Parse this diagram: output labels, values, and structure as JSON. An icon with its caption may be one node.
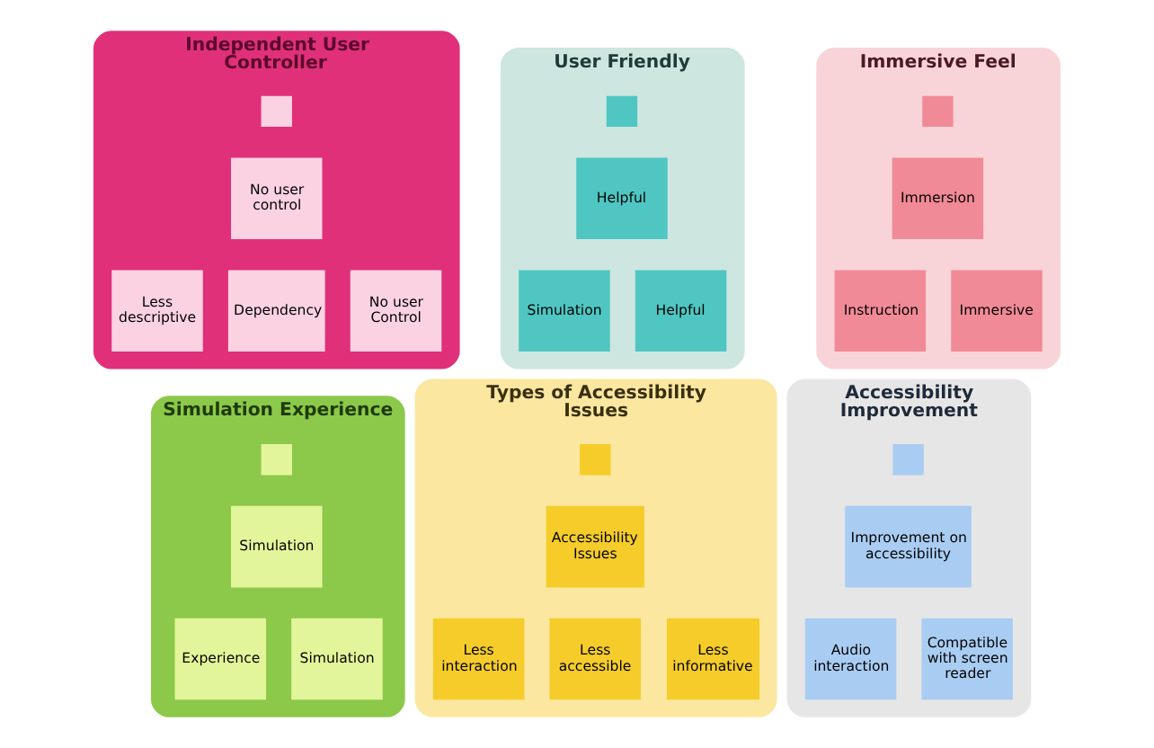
{
  "diagram": {
    "nodes": [
      {
        "text": [
          "Independent User Controller"
        ]
      },
      {
        "text": [],
        "shape": "box",
        "in": 0
      },
      {
        "text": [
          "No user control"
        ],
        "in": 0
      },
      {
        "text": [
          "Less descriptive"
        ],
        "in": 0
      },
      {
        "text": [
          "Dependency"
        ],
        "in": 0
      },
      {
        "text": [
          "No user Control"
        ],
        "in": 0
      },
      {
        "text": [
          "User Friendly"
        ]
      },
      {
        "text": [],
        "shape": "box",
        "in": 6
      },
      {
        "text": [
          "Helpful"
        ],
        "in": 6
      },
      {
        "text": [
          "Simulation"
        ],
        "in": 6
      },
      {
        "text": [
          "Helpful"
        ],
        "in": 6
      },
      {
        "text": [
          "Immersive Feel"
        ]
      },
      {
        "text": [],
        "shape": "box",
        "in": 11
      },
      {
        "text": [
          "Immersion"
        ],
        "in": 11
      },
      {
        "text": [
          "Instruction"
        ],
        "in": 11
      },
      {
        "text": [
          "Immersive"
        ],
        "in": 11
      },
      {
        "text": [
          "Simulation Experience"
        ]
      },
      {
        "text": [],
        "shape": "box",
        "in": 16
      },
      {
        "text": [
          "Simulation"
        ],
        "in": 16
      },
      {
        "text": [
          "Experience"
        ],
        "in": 16
      },
      {
        "text": [
          "Simulation"
        ],
        "in": 16
      },
      {
        "text": [
          "Types of Accessibility Issues"
        ]
      },
      {
        "text": [],
        "shape": "box",
        "in": 21
      },
      {
        "text": [
          "Accessibility Issues"
        ],
        "in": 21
      },
      {
        "text": [
          "Less interaction"
        ],
        "in": 21
      },
      {
        "text": [
          "Less accessible"
        ],
        "in": 21
      },
      {
        "text": [
          "Less informative"
        ],
        "in": 21
      },
      {
        "text": [
          "Accessibility Improvement"
        ]
      },
      {
        "text": [],
        "shape": "box",
        "in": 27
      },
      {
        "text": [
          "Improvement on accessibility"
        ],
        "in": 27
      },
      {
        "text": [
          "Audio interaction"
        ],
        "in": 27
      },
      {
        "text": [
          "Compatible with screen reader"
        ],
        "in": 27
      }
    ]
  }
}
